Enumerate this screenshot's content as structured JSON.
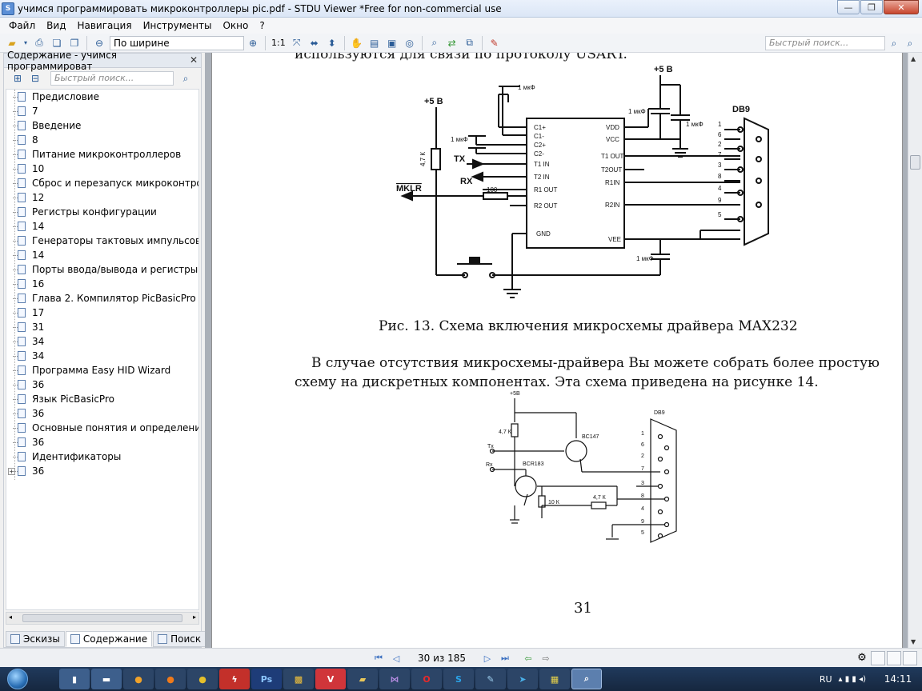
{
  "window": {
    "title": "учимся программировать микроконтроллеры pic.pdf - STDU Viewer *Free for non-commercial use"
  },
  "menu": [
    "Файл",
    "Вид",
    "Навигация",
    "Инструменты",
    "Окно",
    "?"
  ],
  "toolbar": {
    "zoom_mode": "По ширине",
    "zoom_ratio": "1:1",
    "search_placeholder": "Быстрый поиск..."
  },
  "panel": {
    "title": "Содержание - учимся программироват",
    "search_placeholder": "Быстрый поиск...",
    "tree": [
      "Предисловие",
      "7",
      "Введение",
      "8",
      "Питание микроконтроллеров",
      "10",
      "Сброс и перезапуск микроконтролл",
      "12",
      "Регистры конфигурации",
      "14",
      "Генераторы тактовых импульсов",
      "14",
      "Порты ввода/вывода и регистры упр",
      "16",
      "Глава 2. Компилятор PicBasicPro",
      "17",
      "31",
      "34",
      "34",
      "Программа Easy HID Wizard",
      "36",
      "Язык PicBasicPro",
      "36",
      "Основные понятия и определения",
      "36",
      "Идентификаторы",
      "36"
    ],
    "tabs": [
      "Эскизы",
      "Содержание",
      "Поиск"
    ]
  },
  "page": {
    "top_line": "используются для связи по протоколу USART.",
    "fig13": {
      "caption": "Рис. 13. Схема включения микросхемы драйвера MAX232",
      "labels": {
        "v5a": "+5 В",
        "v5b": "+5 В",
        "db9": "DB9",
        "r47": "4,7 К",
        "r100": "100",
        "tx": "TX",
        "rx": "RX",
        "mklr": "MKLR",
        "c1": "1 мкФ",
        "c2": "1 мкФ",
        "c3": "1 мкФ",
        "c4": "1 мкФ",
        "c5": "1 мкФ",
        "p_c1p": "C1+",
        "p_c1m": "C1-",
        "p_c2p": "C2+",
        "p_c2m": "C2-",
        "p_t1in": "T1 IN",
        "p_t2in": "T2 IN",
        "p_r1out": "R1 OUT",
        "p_r2out": "R2 OUT",
        "p_gnd": "GND",
        "p_vdd": "VDD",
        "p_vcc": "VCC",
        "p_t1out": "T1 OUT",
        "p_t2out": "T2OUT",
        "p_r1in": "R1IN",
        "p_r2in": "R2IN",
        "p_vee": "VEE"
      },
      "pins": [
        "1",
        "6",
        "2",
        "7",
        "3",
        "8",
        "4",
        "9",
        "5"
      ]
    },
    "paragraph_line1": "В случае отсутствия микросхемы-драйвера Вы можете собрать более простую",
    "paragraph_line2": "схему на дискретных компонентах. Эта схема приведена на рисунке 14.",
    "fig14": {
      "labels": {
        "v5": "+5В",
        "db9": "DB9",
        "bc147": "BC147",
        "bcr183": "BCR183",
        "r47": "4,7 К",
        "r10": "10 К",
        "r47b": "4,7 К",
        "tx": "Tx",
        "rx": "Rx"
      },
      "pins": [
        "1",
        "6",
        "2",
        "7",
        "3",
        "8",
        "4",
        "9",
        "5"
      ]
    },
    "page_number": "31"
  },
  "status": {
    "page_counter": "30 из 185"
  },
  "taskbar": {
    "lang": "RU",
    "clock": "14:11"
  }
}
